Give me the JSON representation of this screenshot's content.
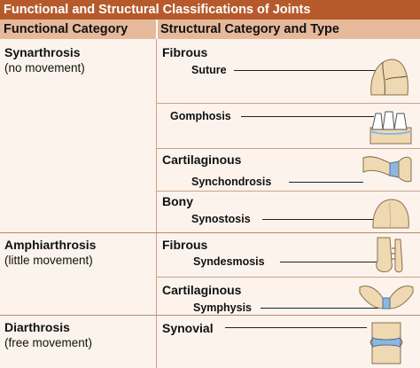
{
  "title": "Functional and Structural Classifications of Joints",
  "headers": {
    "functional": "Functional Category",
    "structural": "Structural Category and Type"
  },
  "functional": [
    {
      "name": "Synarthrosis",
      "desc": "(no movement)"
    },
    {
      "name": "Amphiarthrosis",
      "desc": "(little movement)"
    },
    {
      "name": "Diarthrosis",
      "desc": "(free movement)"
    }
  ],
  "structural": {
    "fibrous_1": "Fibrous",
    "suture": "Suture",
    "gomphosis": "Gomphosis",
    "cartilaginous_1": "Cartilaginous",
    "synchondrosis": "Synchondrosis",
    "bony": "Bony",
    "synostosis": "Synostosis",
    "fibrous_2": "Fibrous",
    "syndesmosis": "Syndesmosis",
    "cartilaginous_2": "Cartilaginous",
    "symphysis": "Symphysis",
    "synovial": "Synovial"
  },
  "colors": {
    "title_bg": "#b65a2c",
    "header_bg": "#e6b99b",
    "cell_bg": "#fbf3ec",
    "bone": "#eed9b3",
    "cartilage": "#8fb6e0"
  },
  "icons": [
    "skull-suture-icon",
    "tooth-gomphosis-icon",
    "rib-synchondrosis-icon",
    "skull-synostosis-icon",
    "tibia-fibula-syndesmosis-icon",
    "pelvis-symphysis-icon",
    "synovial-joint-icon"
  ]
}
